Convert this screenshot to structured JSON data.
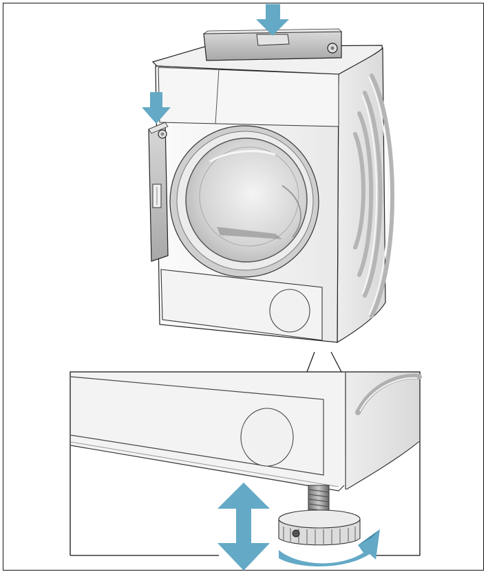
{
  "figure": {
    "subject": "dryer-levelling-illustration",
    "elements": [
      "spirit-level-top",
      "spirit-level-side",
      "dryer-body",
      "door-porthole",
      "maintenance-flap",
      "detail-inset",
      "adjustable-foot",
      "up-down-arrow",
      "rotate-arrow"
    ]
  },
  "colors": {
    "arrow": "#64a9c6",
    "arrow_dark": "#3f87a8",
    "outline": "#111111",
    "body_light": "#f4f4f4",
    "body_shade": "#d8d8d8",
    "level_gray": "#bfbfbf"
  }
}
